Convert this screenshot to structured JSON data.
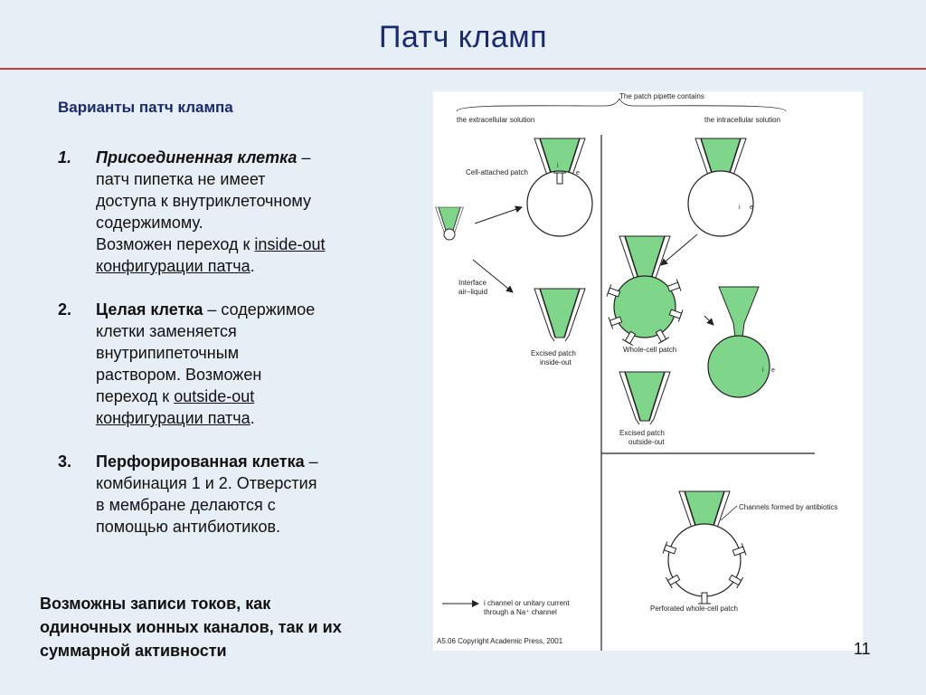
{
  "slide": {
    "title": "Патч кламп",
    "subtitle": "Варианты патч клампа",
    "items": [
      {
        "num": "1.",
        "head": "Присоединенная клетка",
        "dash": " –",
        "l1": "патч пипетка не имеет",
        "l2": "доступа к внутриклеточному",
        "l3": "содержимому.",
        "l4_pre": "Возможен переход к ",
        "l4_link": "inside-out",
        "l5_link": "конфигурации патча",
        "l5_post": "."
      },
      {
        "num": "2.",
        "head": "Целая клетка",
        "dash": " – содержимое",
        "l1": "клетки заменяется",
        "l2": "внутрипипеточным",
        "l3": "раствором. Возможен",
        "l4_pre": "переход к ",
        "l4_link": "outside-out",
        "l5_link": "конфигурации патча",
        "l5_post": "."
      },
      {
        "num": "3.",
        "head": "Перфорированная клетка",
        "dash": " –",
        "l1": "комбинация 1 и 2. Отверстия",
        "l2": "в мембране делаются с",
        "l3": "помощью антибиотиков."
      }
    ],
    "summary_line1": "Возможны записи токов, как",
    "summary_line2": "одиночных ионных каналов, так и их",
    "summary_line3": "суммарной активности",
    "page_number": "11"
  },
  "figure": {
    "header": "The patch pipette contains",
    "left_heading": "the extracellular solution",
    "right_heading": "the intracellular solution",
    "cell_attached": "Cell-attached patch",
    "interface_l1": "Interface",
    "interface_l2": "air–liquid",
    "excised_inside_l1": "Excised patch",
    "excised_inside_l2": "inside-out",
    "whole_cell": "Whole-cell patch",
    "excised_outside_l1": "Excised patch",
    "excised_outside_l2": "outside-out",
    "channels_antibiotics": "Channels formed by antibiotics",
    "perforated": "Perforated whole-cell patch",
    "legend_l1": "i channel or unitary current",
    "legend_l2": "through a Na⁺ channel",
    "copyright": "A5.06 Copyright Academic Press, 2001",
    "symbol_i": "i",
    "symbol_e": "e",
    "colors": {
      "solution": "#7fd68a",
      "outline": "#222222"
    }
  }
}
